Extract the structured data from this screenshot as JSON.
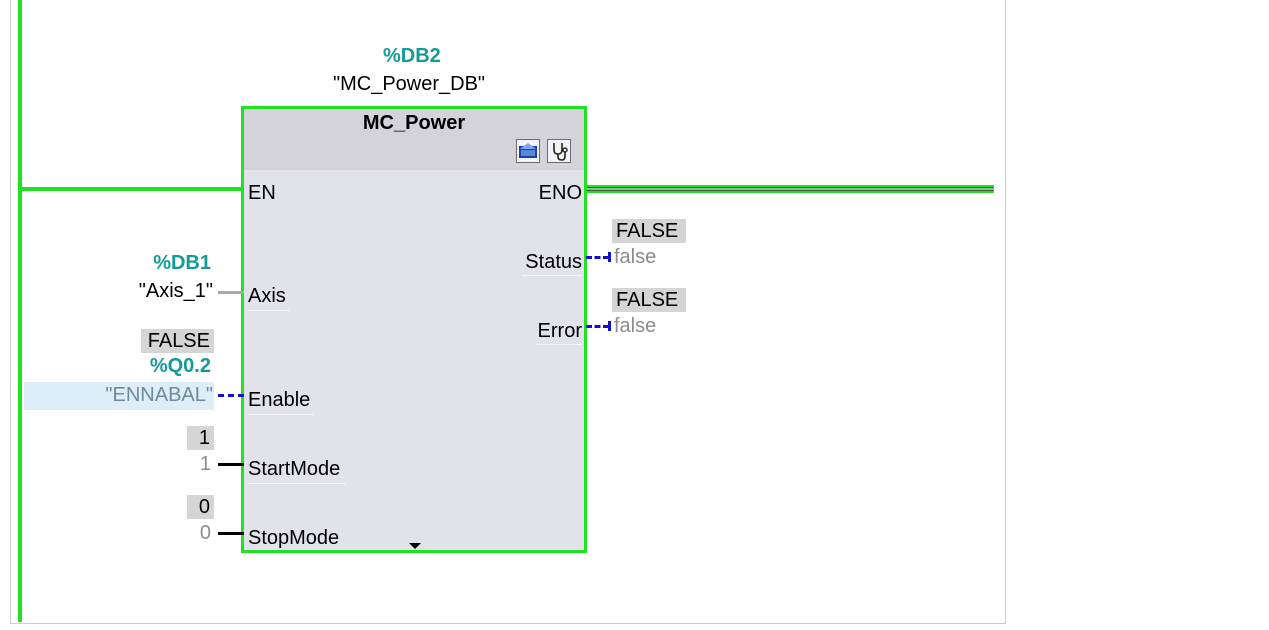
{
  "block": {
    "db_address": "%DB2",
    "db_name": "\"MC_Power_DB\"",
    "title": "MC_Power",
    "icons": [
      "block-view-icon",
      "stethoscope-icon"
    ]
  },
  "pins": {
    "en": "EN",
    "eno": "ENO",
    "axis": "Axis",
    "enable": "Enable",
    "start_mode": "StartMode",
    "stop_mode": "StopMode",
    "status": "Status",
    "error": "Error"
  },
  "inputs": {
    "axis": {
      "address": "%DB1",
      "name": "\"Axis_1\""
    },
    "enable": {
      "monitor": "FALSE",
      "address": "%Q0.2",
      "name": "\"ENNABAL\""
    },
    "start_mode": {
      "monitor": "1",
      "value": "1"
    },
    "stop_mode": {
      "monitor": "0",
      "value": "0"
    }
  },
  "outputs": {
    "status": {
      "monitor": "FALSE",
      "value": "false"
    },
    "error": {
      "monitor": "FALSE",
      "value": "false"
    }
  },
  "colors": {
    "power_flow": "#22e022",
    "address": "#159a97",
    "dashed_wire": "#1010cc",
    "block_fill": "#e2e2ea",
    "monitor_fill": "#d5d5d5"
  }
}
